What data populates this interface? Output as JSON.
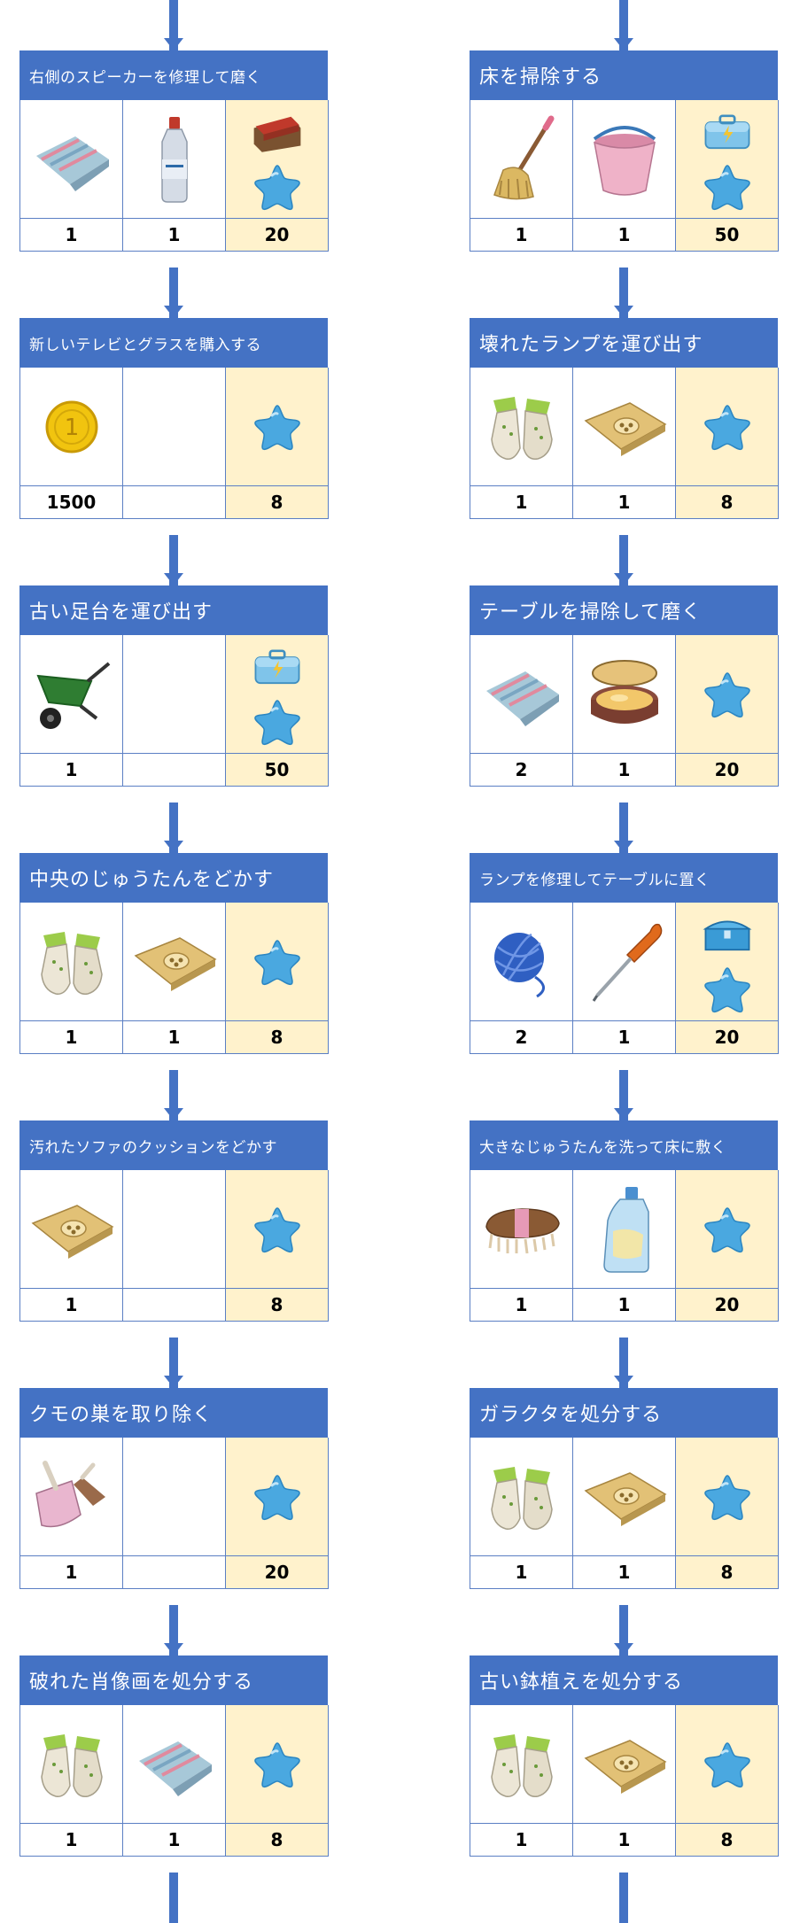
{
  "colors": {
    "header": "#4472c4",
    "reward_bg": "#fff2cc",
    "star": "#4aa8e0"
  },
  "left_column": [
    {
      "title": "右側のスピーカーを修理して磨く",
      "small": true,
      "items": [
        {
          "icon": "cloth-icon",
          "count": "1"
        },
        {
          "icon": "bottle-icon",
          "count": "1"
        }
      ],
      "reward": {
        "icons": [
          "toolbox-icon",
          "star-icon"
        ],
        "count": "20"
      }
    },
    {
      "title": "新しいテレビとグラスを購入する",
      "small": true,
      "items": [
        {
          "icon": "coin-icon",
          "count": "1500"
        },
        {
          "icon": "",
          "count": ""
        }
      ],
      "reward": {
        "icons": [
          "star-icon"
        ],
        "count": "8"
      }
    },
    {
      "title": "古い足台を運び出す",
      "small": false,
      "items": [
        {
          "icon": "wheelbarrow-icon",
          "count": "1"
        },
        {
          "icon": "",
          "count": ""
        }
      ],
      "reward": {
        "icons": [
          "energy-box-icon",
          "star-icon"
        ],
        "count": "50"
      }
    },
    {
      "title": "中央のじゅうたんをどかす",
      "small": false,
      "items": [
        {
          "icon": "gloves-icon",
          "count": "1"
        },
        {
          "icon": "sack-icon",
          "count": "1"
        }
      ],
      "reward": {
        "icons": [
          "star-icon"
        ],
        "count": "8"
      }
    },
    {
      "title": "汚れたソファのクッションをどかす",
      "small": true,
      "items": [
        {
          "icon": "sack-icon",
          "count": "1"
        },
        {
          "icon": "",
          "count": ""
        }
      ],
      "reward": {
        "icons": [
          "star-icon"
        ],
        "count": "8"
      }
    },
    {
      "title": "クモの巣を取り除く",
      "small": false,
      "items": [
        {
          "icon": "dustpan-icon",
          "count": "1"
        },
        {
          "icon": "",
          "count": ""
        }
      ],
      "reward": {
        "icons": [
          "star-icon"
        ],
        "count": "20"
      }
    },
    {
      "title": "破れた肖像画を処分する",
      "small": false,
      "items": [
        {
          "icon": "gloves-icon",
          "count": "1"
        },
        {
          "icon": "cloth-icon",
          "count": "1"
        }
      ],
      "reward": {
        "icons": [
          "star-icon"
        ],
        "count": "8"
      }
    }
  ],
  "right_column": [
    {
      "title": "床を掃除する",
      "small": false,
      "items": [
        {
          "icon": "mop-icon",
          "count": "1"
        },
        {
          "icon": "bucket-icon",
          "count": "1"
        }
      ],
      "reward": {
        "icons": [
          "energy-box-icon",
          "star-icon"
        ],
        "count": "50"
      }
    },
    {
      "title": "壊れたランプを運び出す",
      "small": false,
      "items": [
        {
          "icon": "gloves-icon",
          "count": "1"
        },
        {
          "icon": "sack-icon",
          "count": "1"
        }
      ],
      "reward": {
        "icons": [
          "star-icon"
        ],
        "count": "8"
      }
    },
    {
      "title": "テーブルを掃除して磨く",
      "small": false,
      "items": [
        {
          "icon": "cloth-icon",
          "count": "2"
        },
        {
          "icon": "polish-tin-icon",
          "count": "1"
        }
      ],
      "reward": {
        "icons": [
          "star-icon"
        ],
        "count": "20"
      }
    },
    {
      "title": "ランプを修理してテーブルに置く",
      "small": true,
      "items": [
        {
          "icon": "yarn-icon",
          "count": "2"
        },
        {
          "icon": "screwdriver-icon",
          "count": "1"
        }
      ],
      "reward": {
        "icons": [
          "chest-icon",
          "star-icon"
        ],
        "count": "20"
      }
    },
    {
      "title": "大きなじゅうたんを洗って床に敷く",
      "small": true,
      "items": [
        {
          "icon": "brush-icon",
          "count": "1"
        },
        {
          "icon": "detergent-icon",
          "count": "1"
        }
      ],
      "reward": {
        "icons": [
          "star-icon"
        ],
        "count": "20"
      }
    },
    {
      "title": "ガラクタを処分する",
      "small": false,
      "items": [
        {
          "icon": "gloves-icon",
          "count": "1"
        },
        {
          "icon": "sack-icon",
          "count": "1"
        }
      ],
      "reward": {
        "icons": [
          "star-icon"
        ],
        "count": "8"
      }
    },
    {
      "title": "古い鉢植えを処分する",
      "small": false,
      "items": [
        {
          "icon": "gloves-icon",
          "count": "1"
        },
        {
          "icon": "sack-icon",
          "count": "1"
        }
      ],
      "reward": {
        "icons": [
          "star-icon"
        ],
        "count": "8"
      }
    }
  ]
}
